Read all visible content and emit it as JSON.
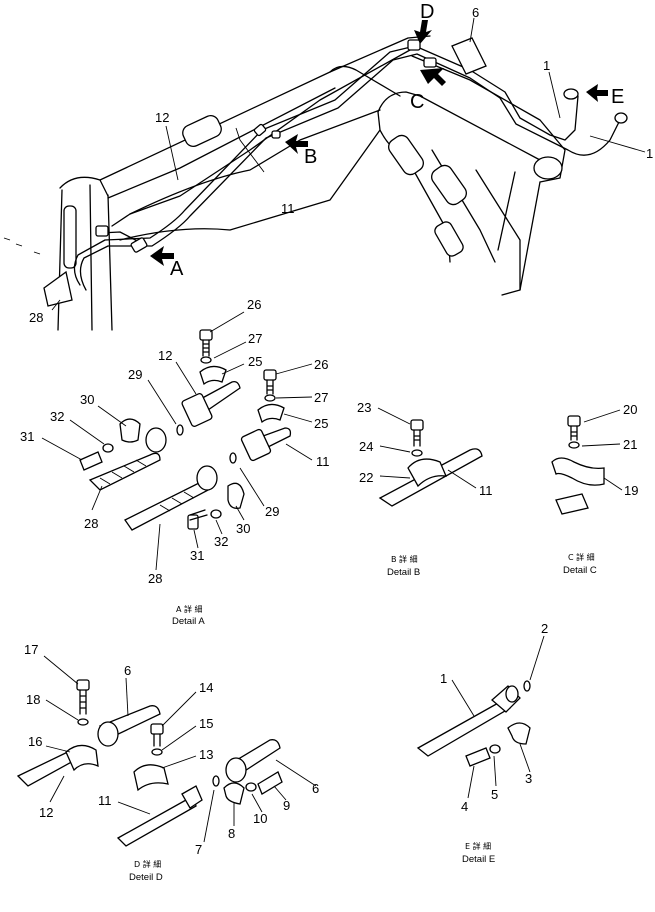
{
  "callouts": {
    "a": "A",
    "b": "B",
    "c": "C",
    "d": "D",
    "e": "E"
  },
  "main_parts": [
    "1",
    "1",
    "6",
    "11",
    "12",
    "28"
  ],
  "detail_a": {
    "caption_jp": "A 詳 細",
    "caption_en": "Detail A",
    "parts": [
      "26",
      "27",
      "25",
      "26",
      "27",
      "25",
      "12",
      "29",
      "30",
      "32",
      "31",
      "28",
      "11",
      "29",
      "30",
      "31",
      "32",
      "28"
    ]
  },
  "detail_b": {
    "caption_jp": "B 詳 細",
    "caption_en": "Detail B",
    "parts": [
      "23",
      "24",
      "22",
      "11"
    ]
  },
  "detail_c": {
    "caption_jp": "C 詳 細",
    "caption_en": "Detail C",
    "parts": [
      "20",
      "21",
      "19"
    ]
  },
  "detail_d": {
    "caption_jp": "D 詳 細",
    "caption_en": "Deteil D",
    "parts": [
      "17",
      "6",
      "18",
      "16",
      "12",
      "14",
      "15",
      "13",
      "11",
      "7",
      "8",
      "10",
      "9",
      "6"
    ]
  },
  "detail_e": {
    "caption_jp": "E 詳 細",
    "caption_en": "Detail E",
    "parts": [
      "2",
      "1",
      "3",
      "4",
      "5"
    ]
  }
}
